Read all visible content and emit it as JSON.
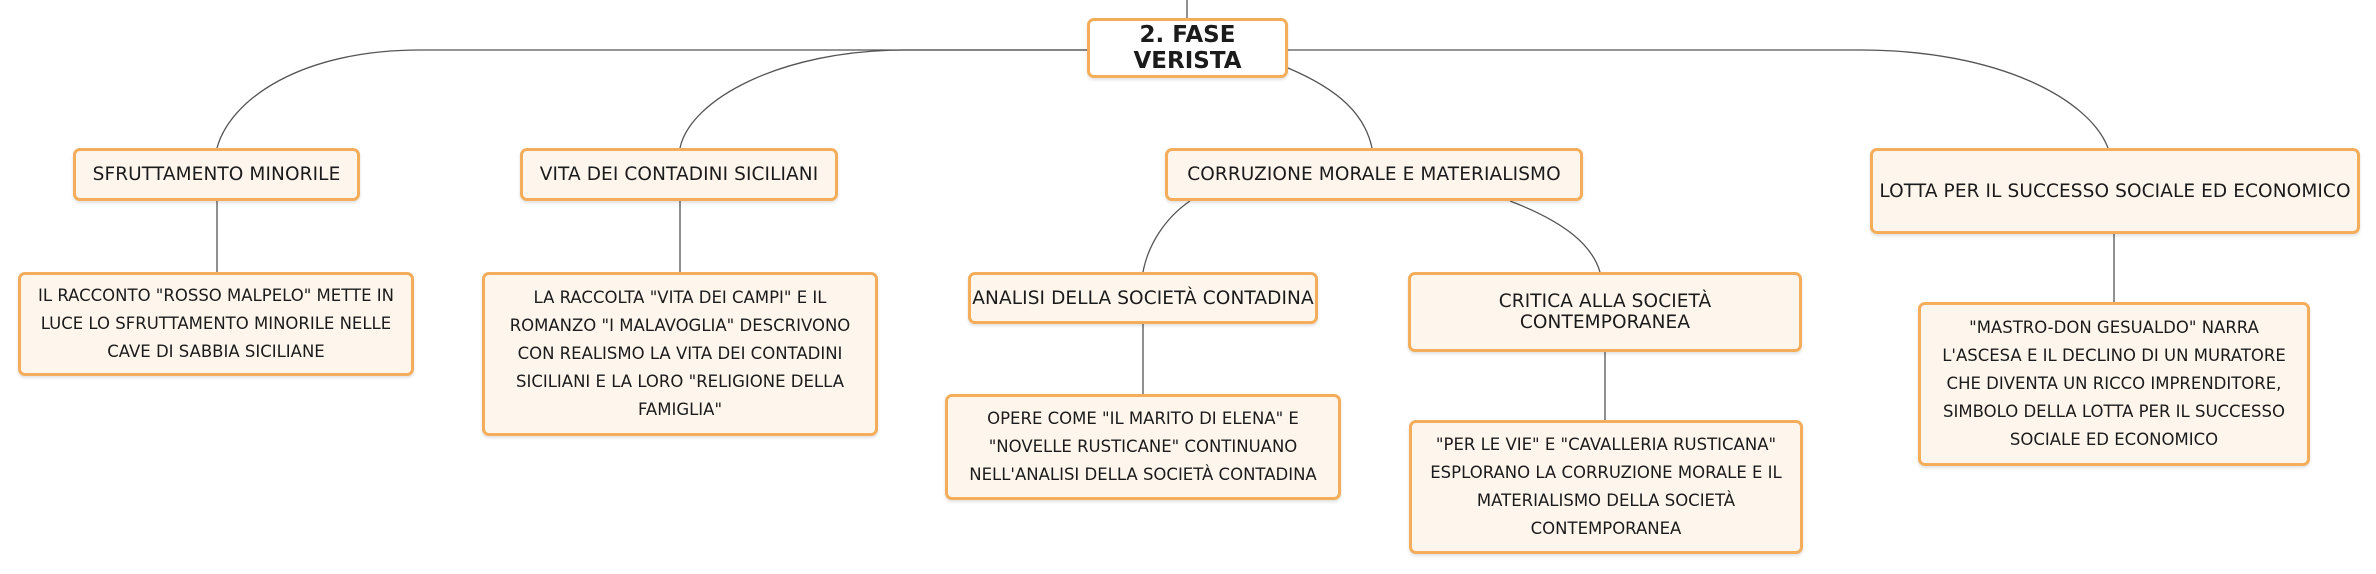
{
  "root": {
    "label": "2. FASE VERISTA"
  },
  "branches": [
    {
      "topic": "SFRUTTAMENTO MINORILE",
      "detail": "IL RACCONTO \"ROSSO MALPELO\" METTE IN LUCE LO SFRUTTAMENTO MINORILE NELLE CAVE DI SABBIA SICILIANE"
    },
    {
      "topic": "VITA DEI CONTADINI SICILIANI",
      "detail": "LA RACCOLTA \"VITA DEI CAMPI\" E IL ROMANZO \"I MALAVOGLIA\" DESCRIVONO CON REALISMO LA VITA DEI CONTADINI SICILIANI E LA LORO \"RELIGIONE DELLA FAMIGLIA\""
    },
    {
      "topic": "CORRUZIONE MORALE E MATERIALISMO",
      "subtopics": [
        {
          "topic": "ANALISI DELLA SOCIETÀ CONTADINA",
          "detail": "OPERE COME \"IL MARITO DI ELENA\" E \"NOVELLE RUSTICANE\" CONTINUANO NELL'ANALISI DELLA SOCIETÀ CONTADINA"
        },
        {
          "topic": "CRITICA ALLA SOCIETÀ CONTEMPORANEA",
          "detail": "\"PER LE VIE\" E \"CAVALLERIA RUSTICANA\" ESPLORANO LA CORRUZIONE MORALE E IL MATERIALISMO DELLA SOCIETÀ CONTEMPORANEA"
        }
      ]
    },
    {
      "topic": "LOTTA PER IL SUCCESSO SOCIALE ED ECONOMICO",
      "detail": "\"MASTRO-DON GESUALDO\" NARRA L'ASCESA E IL DECLINO DI UN MURATORE CHE DIVENTA UN RICCO IMPRENDITORE, SIMBOLO DELLA LOTTA PER IL SUCCESSO SOCIALE ED ECONOMICO"
    }
  ],
  "colors": {
    "node_border": "#f4ad5a",
    "node_fill": "#fef6ec",
    "root_fill": "#ffffff",
    "connector": "#555555",
    "text": "#1b1b1b"
  }
}
